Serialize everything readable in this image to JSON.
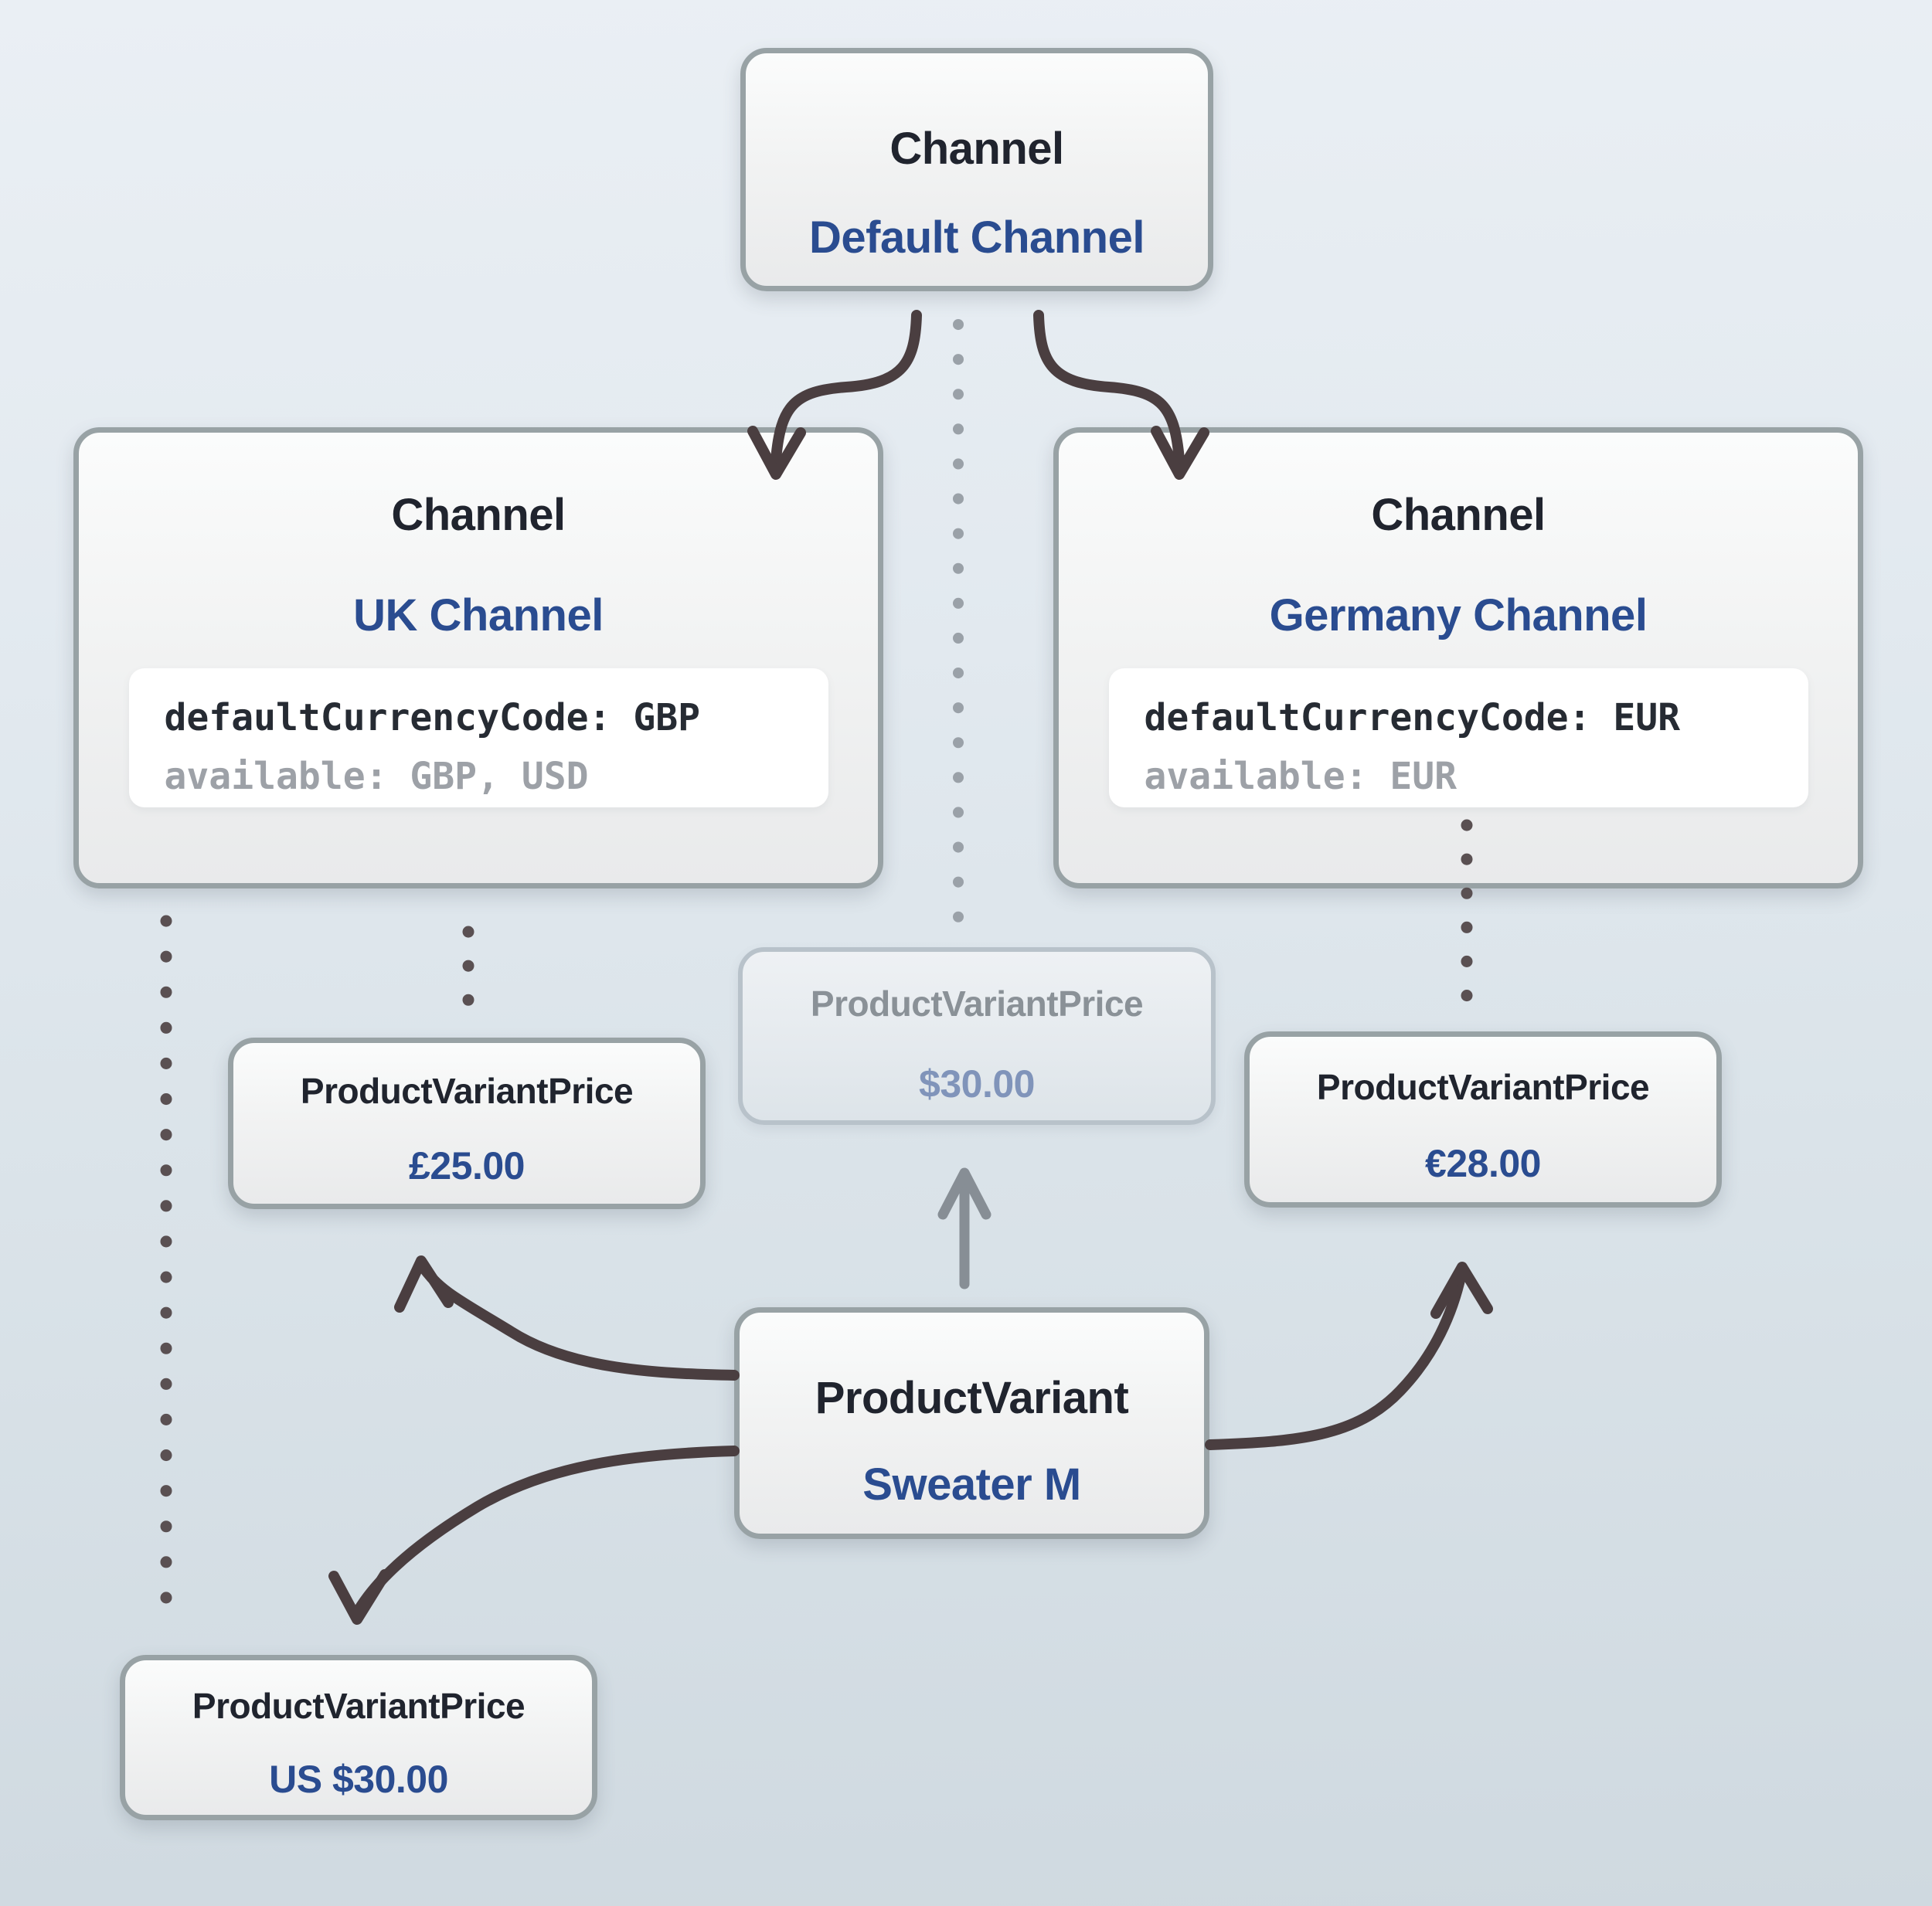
{
  "colors": {
    "background_top": "#e9eef3",
    "background_bottom": "#cfd9e0",
    "node_border": "#98a2a5",
    "node_fill": "#f2f3f3",
    "heading_text": "#20242e",
    "accent_blue": "#2a4c90",
    "muted_box_border": "#b8c2ca",
    "muted_title_text": "#8a9197",
    "muted_value_text": "#8094ba",
    "code_text": "#262b33",
    "code_muted_text": "#9da1a7",
    "arrow_dark": "#4a3e40",
    "arrow_gray": "#878e95",
    "dot_dark": "#5a5052",
    "dot_gray": "#9aa1a8"
  },
  "nodes": {
    "default_channel": {
      "type_label": "Channel",
      "name": "Default Channel"
    },
    "uk_channel": {
      "type_label": "Channel",
      "name": "UK Channel",
      "code_line1": "defaultCurrencyCode: GBP",
      "code_line2": "available: GBP, USD"
    },
    "germany_channel": {
      "type_label": "Channel",
      "name": "Germany Channel",
      "code_line1": "defaultCurrencyCode: EUR",
      "code_line2": "available: EUR"
    },
    "default_price": {
      "type_label": "ProductVariantPrice",
      "value": "$30.00"
    },
    "uk_price": {
      "type_label": "ProductVariantPrice",
      "value": "£25.00"
    },
    "germany_price": {
      "type_label": "ProductVariantPrice",
      "value": "€28.00"
    },
    "us_price": {
      "type_label": "ProductVariantPrice",
      "value": "US $30.00"
    },
    "product_variant": {
      "type_label": "ProductVariant",
      "name": "Sweater M"
    }
  },
  "edges": [
    {
      "from": "default_channel",
      "to": "uk_channel",
      "style": "curved-arrow-dark"
    },
    {
      "from": "default_channel",
      "to": "germany_channel",
      "style": "curved-arrow-dark"
    },
    {
      "from": "default_channel",
      "to": "default_price",
      "style": "dotted-gray"
    },
    {
      "from": "uk_channel",
      "to": "uk_price",
      "style": "dotted-dark"
    },
    {
      "from": "uk_channel",
      "to": "us_price",
      "style": "dotted-dark"
    },
    {
      "from": "germany_channel",
      "to": "germany_price",
      "style": "dotted-dark"
    },
    {
      "from": "product_variant",
      "to": "default_price",
      "style": "straight-arrow-gray"
    },
    {
      "from": "product_variant",
      "to": "uk_price",
      "style": "curved-arrow-dark"
    },
    {
      "from": "product_variant",
      "to": "us_price",
      "style": "curved-arrow-dark"
    },
    {
      "from": "product_variant",
      "to": "germany_price",
      "style": "curved-arrow-dark"
    }
  ]
}
